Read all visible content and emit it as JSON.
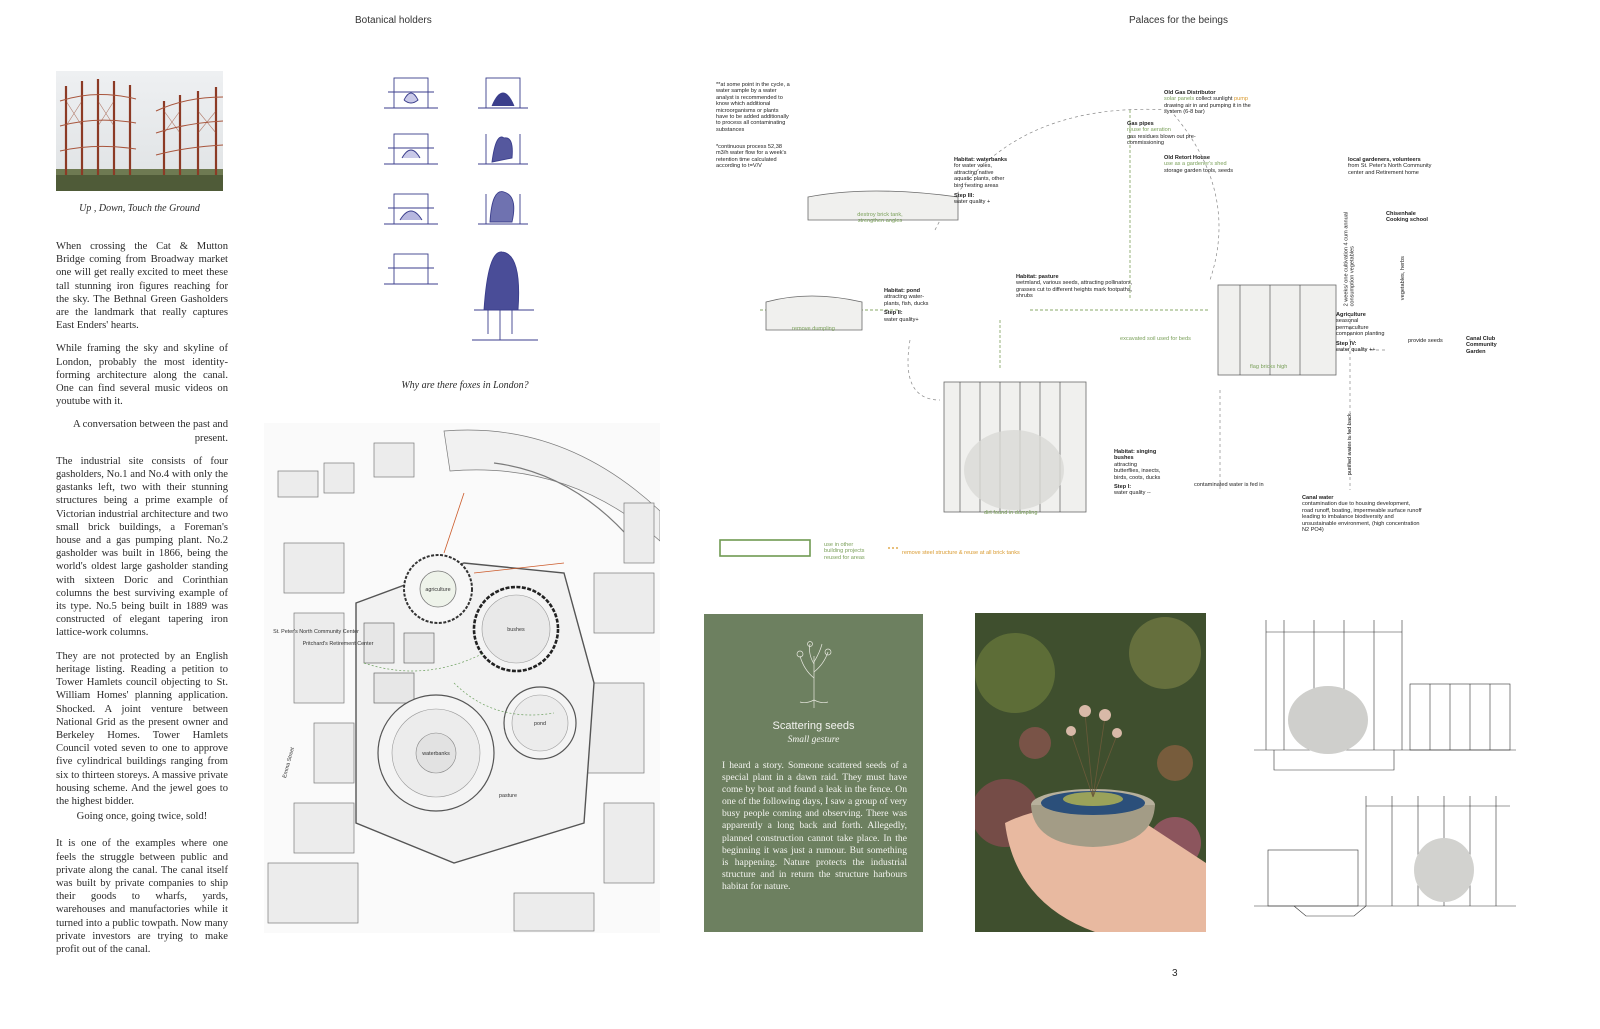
{
  "headers": {
    "left": "Botanical holders",
    "right": "Palaces for the beings"
  },
  "left_column": {
    "photo_caption": "Up , Down, Touch the Ground",
    "p1": "When crossing the Cat & Mutton Bridge coming from Broadway market one will get really excited to meet these tall stunning iron figures reaching for the sky. The Bethnal Green Gasholders are the landmark that really captures East Enders' hearts.",
    "p2": "While framing the sky and skyline of London, probably the most identity-forming architecture along the canal. One can find several music videos on youtube with it.",
    "p3": "A conversation between the past and present.",
    "p4": "The industrial site consists of four gasholders, No.1 and No.4 with only the gastanks left, two with their stunning structures being a prime example of Victorian industrial architecture and two small brick buildings, a Foreman's house and a gas pumping plant. No.2 gasholder was built in 1866, being the world's oldest large gasholder standing with sixteen Doric and Corinthian columns the best surviving example of its type. No.5 being built in 1889 was constructed of elegant tapering iron lattice-work columns.",
    "p5": "They are not protected by an English heritage listing. Reading a petition to Tower Hamlets council objecting to St. William Homes' planning application. Shocked. A joint venture between National Grid as the present owner and Berkeley Homes. Tower Hamlets Council voted seven to one to approve five cylindrical buildings ranging from six to thirteen storeys. A massive private housing scheme. And the jewel goes to the highest bidder.",
    "p6": "Going once, going twice, sold!",
    "p7": "It is one of the examples where one feels the struggle between public and private along the canal. The canal itself was built by private companies to ship their goods to wharfs, yards, warehouses and manufactories while it turned into a public towpath. Now many private investors are trying to make profit out of the canal."
  },
  "sketches": {
    "caption": "Why are there foxes in London?"
  },
  "map": {
    "labels": {
      "agriculture": "agriculture",
      "bushes": "bushes",
      "waterbanks": "waterbanks",
      "pond": "pond",
      "pasture": "pasture",
      "pritchard": "Pritchard's Retirement Center",
      "st_peters": "St. Peter's North Community Center",
      "street": "Emma Street"
    }
  },
  "diagram": {
    "note1": "**at some point in the cycle, a water sample by a water analyst is recommended to know which additional microorganisms or plants have to be added additionally to process all contaminating substances",
    "note2": "*continuous process 52,38 m3/h water flow for a week's retention time calculated according to t=V/V",
    "old_gas_title": "Old Gas Distributor",
    "old_gas_green": "solar panels",
    "old_gas_text": "collect sunlight",
    "old_gas_orange": "pump",
    "old_gas_text2": "drawing air in and pumping it in the system (6-8 bar)",
    "gas_pipes_title": "Gas pipes",
    "gas_pipes_green": "reuse for aeration",
    "gas_pipes_text": "gas residues blown out pre-commissioning",
    "retort_title": "Old Retort House",
    "retort_green": "use as a gardener's shed",
    "retort_text": "storage garden tools, seeds",
    "waterbanks_title": "Habitat: waterbanks",
    "waterbanks_text": "for water voles, attracting native aquatic plants, other bird nesting areas",
    "step3_title": "Step III:",
    "step3_text": "water quality +",
    "waterbanks_green": "destroy brick tank, strengthen angles",
    "pond_title": "Habitat: pond",
    "pond_text": "attracting water-plants, fish, ducks",
    "step2_title": "Step II:",
    "step2_text": "water quality+",
    "pond_green": "remove dumpling",
    "pasture_title": "Habitat: pasture",
    "pasture_text": "wetmland, various seeds, attracting pollinators, grasses cut to different heights mark footpaths, shrubs",
    "gardeners_title": "local gardeners, volunteers",
    "gardeners_text": "from St. Peter's North Community center and Retirement home",
    "chisenhale": "Chisenhale Cooking school",
    "vertical_text": "2 weeks/ one cultivation 4 cum annual consumption vegetables",
    "vegetables": "vegetables, herbs",
    "agri_title": "Agriculture",
    "agri_text": "seasonal permaculture companion planting",
    "step4_title": "Step IV:",
    "step4_text": "water quality ++",
    "provide_seeds": "provide seeds",
    "canal_club": "Canal Club Community Garden",
    "use_soil": "excavated soil used for beds",
    "agri_green": "flag bricks high",
    "purified": "purified water is fed back",
    "bushes_title": "Habitat: singing bushes",
    "bushes_text": "attracting butterflies, insects, birds, coots, ducks",
    "step1_title": "Step I:",
    "step1_text": "water quality --",
    "contaminated": "contaminated water is fed in",
    "bushes_green": "dirt found in dumpling",
    "canal_title": "Canal water",
    "canal_text": "contamination due to housing development, road runoff, boating, impermeable surface runoff leading to imbalance biodiversity and unsustainable environment, (high concentration N2 PO4)",
    "legend_green": "use in other building projects reused for areas",
    "legend_orange": "remove steel structure & reuse at all brick tanks"
  },
  "scattering": {
    "title": "Scattering seeds",
    "subtitle": "Small gesture",
    "body": "I heard a story. Someone scattered seeds of a special plant in a dawn raid. They must have come by boat and found a leak in the fence. On one of the following days, I saw a group of very busy people coming and observing. There was apparently a long back and forth. Allegedly, planned construction cannot take place. In the beginning it was just a rumour. But something is happening. Nature protects the industrial structure and in return the structure harbours habitat for nature."
  },
  "page_number": "3"
}
